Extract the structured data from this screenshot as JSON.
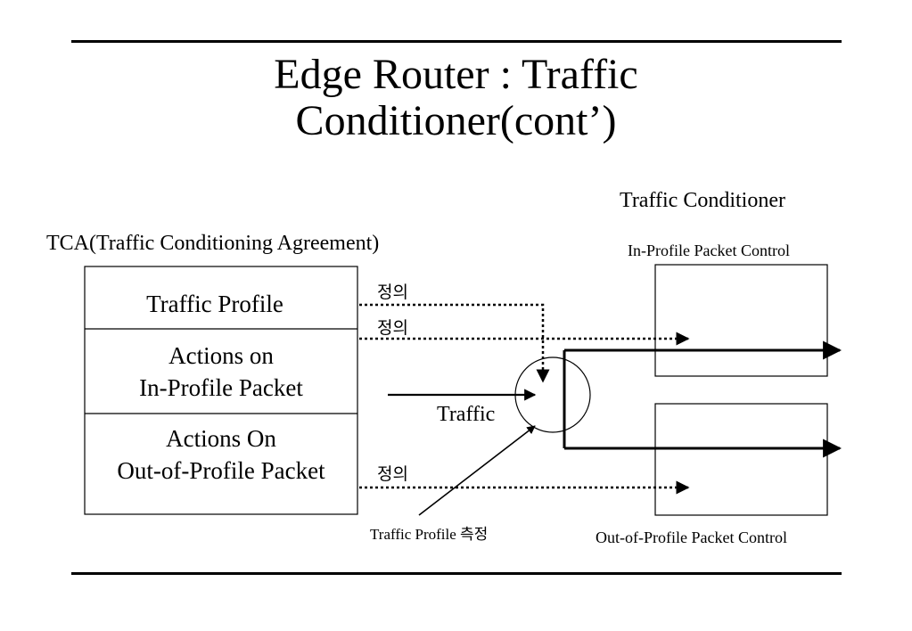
{
  "title": {
    "line1": "Edge Router : Traffic",
    "line2": "Conditioner(cont’)"
  },
  "tca": {
    "label": "TCA(Traffic Conditioning Agreement)",
    "rows": [
      {
        "lines": [
          "Traffic Profile"
        ]
      },
      {
        "lines": [
          "Actions on",
          "In-Profile Packet"
        ]
      },
      {
        "lines": [
          "Actions On",
          "Out-of-Profile Packet"
        ]
      }
    ]
  },
  "conditioner": {
    "label": "Traffic Conditioner",
    "in_profile_label": "In-Profile Packet Control",
    "out_profile_label": "Out-of-Profile Packet Control"
  },
  "arrows": {
    "define_1": "정의",
    "define_2": "정의",
    "define_3": "정의",
    "traffic": "Traffic",
    "measure": "Traffic Profile 측정"
  }
}
